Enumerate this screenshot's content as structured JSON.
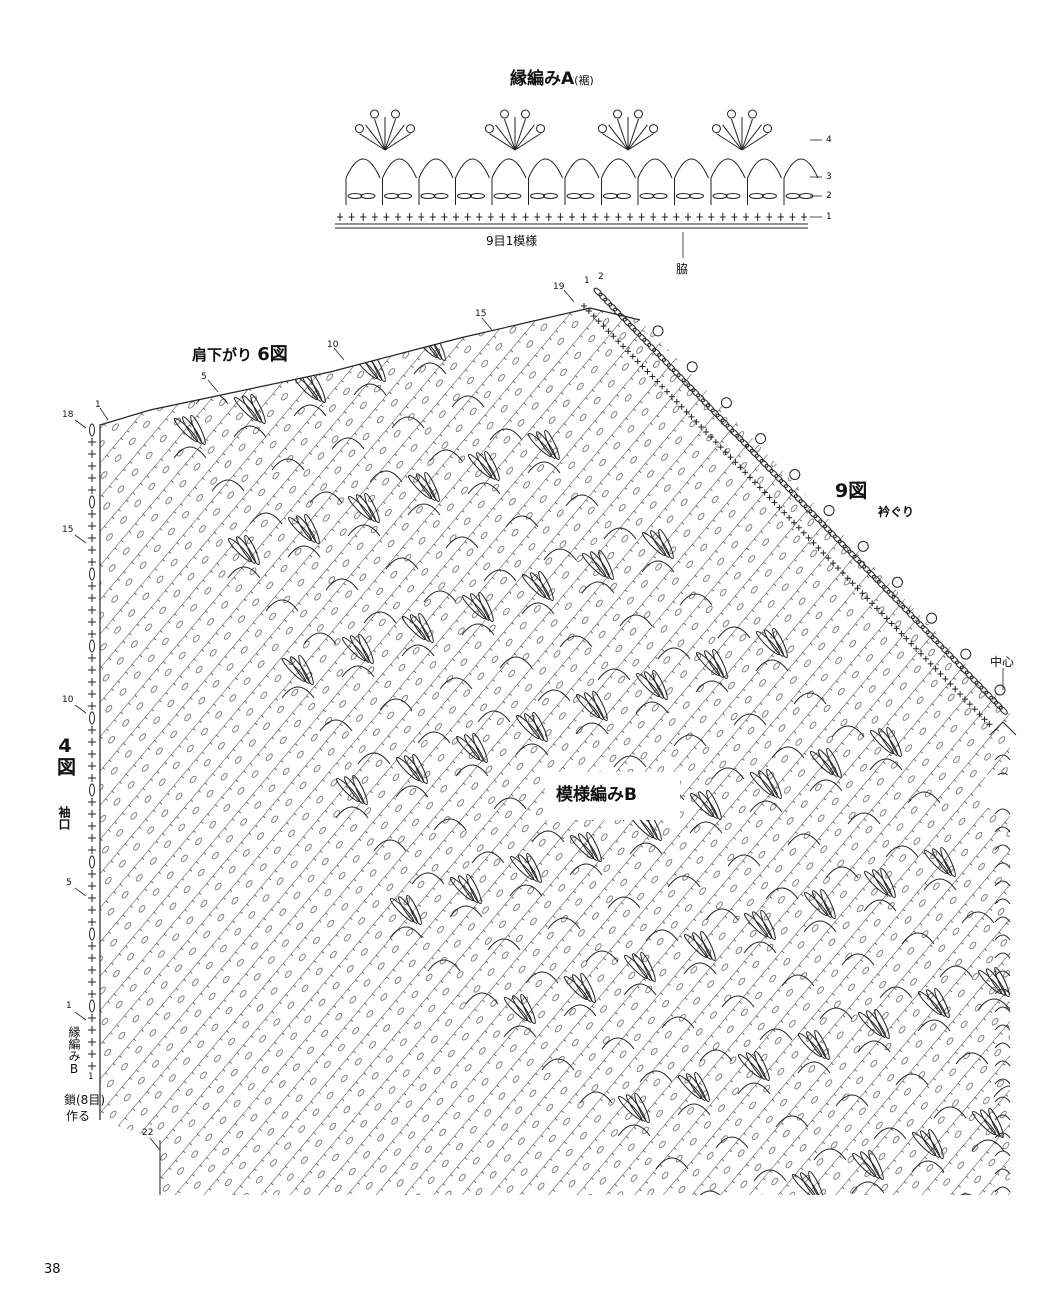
{
  "edging_a": {
    "title": "縁編みA",
    "title_suffix": "(裾)",
    "row_labels": [
      "4",
      "3",
      "2",
      "1"
    ],
    "repeat_label": "9目1模様",
    "side_label": "脇"
  },
  "main": {
    "shoulder_label": "肩下がり",
    "shoulder_figure": "6図",
    "neckline_figure": "9図",
    "neckline_label": "衿ぐり",
    "center_label": "中心",
    "cuff_figure": "4図",
    "cuff_label": "袖口",
    "pattern_label": "模様編みB",
    "edging_b_label": "縁編みB",
    "chain_label": "鎖(8目)",
    "chain_label2": "作る",
    "left_row_numbers": [
      "18",
      "15",
      "10",
      "5",
      "1"
    ],
    "left_edge_row": "1",
    "top_row_numbers": [
      "1",
      "5",
      "10",
      "15",
      "19"
    ],
    "neck_row_numbers": [
      "1",
      "2"
    ],
    "bottom_row_number": "22"
  },
  "page": {
    "number": "38"
  }
}
